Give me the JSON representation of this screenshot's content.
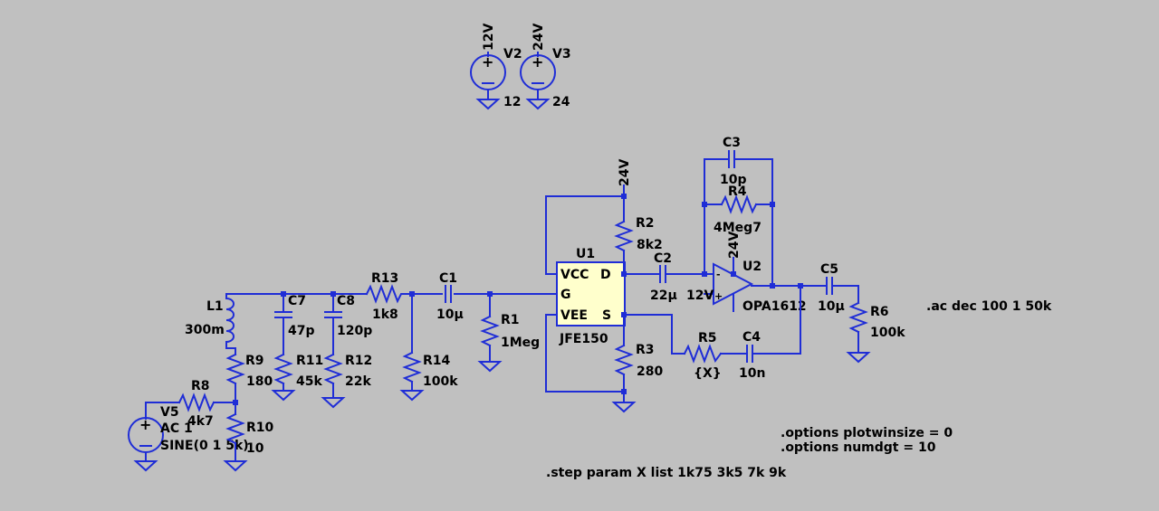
{
  "supplies": {
    "v2": {
      "ref": "V2",
      "net": "12V",
      "value": "12"
    },
    "v3": {
      "ref": "V3",
      "net": "24V",
      "value": "24"
    }
  },
  "components": {
    "l1": {
      "ref": "L1",
      "value": "300m"
    },
    "c7": {
      "ref": "C7",
      "value": "47p"
    },
    "c8": {
      "ref": "C8",
      "value": "120p"
    },
    "r13": {
      "ref": "R13",
      "value": "1k8"
    },
    "c1": {
      "ref": "C1",
      "value": "10µ"
    },
    "r1": {
      "ref": "R1",
      "value": "1Meg"
    },
    "r9": {
      "ref": "R9",
      "value": "180"
    },
    "r11": {
      "ref": "R11",
      "value": "45k"
    },
    "r12": {
      "ref": "R12",
      "value": "22k"
    },
    "r14": {
      "ref": "R14",
      "value": "100k"
    },
    "r8": {
      "ref": "R8",
      "value": "4k7"
    },
    "r10": {
      "ref": "R10",
      "value": "10"
    },
    "v5": {
      "ref": "V5",
      "ac": "AC 1",
      "sine": "SINE(0 1 5k)"
    },
    "u1": {
      "ref": "U1",
      "model": "JFE150",
      "pin_vcc": "VCC",
      "pin_d": "D",
      "pin_g": "G",
      "pin_vee": "VEE",
      "pin_s": "S"
    },
    "r2": {
      "ref": "R2",
      "value": "8k2"
    },
    "r3": {
      "ref": "R3",
      "value": "280"
    },
    "c2": {
      "ref": "C2",
      "value": "22µ"
    },
    "u2": {
      "ref": "U2",
      "model": "OPA1612",
      "vplus": "24V",
      "vminus": "12V"
    },
    "c3": {
      "ref": "C3",
      "value": "10p"
    },
    "r4": {
      "ref": "R4",
      "value": "4Meg7"
    },
    "r5": {
      "ref": "R5",
      "value": "{X}"
    },
    "c4": {
      "ref": "C4",
      "value": "10n"
    },
    "c5": {
      "ref": "C5",
      "value": "10µ"
    },
    "r6": {
      "ref": "R6",
      "value": "100k"
    },
    "net24v_u1": "24V"
  },
  "directives": {
    "ac": ".ac dec 100 1 50k",
    "opt1": ".options plotwinsize = 0",
    "opt2": ".options numdgt = 10",
    "step": ".step param X list 1k75 3k5 7k 9k"
  }
}
